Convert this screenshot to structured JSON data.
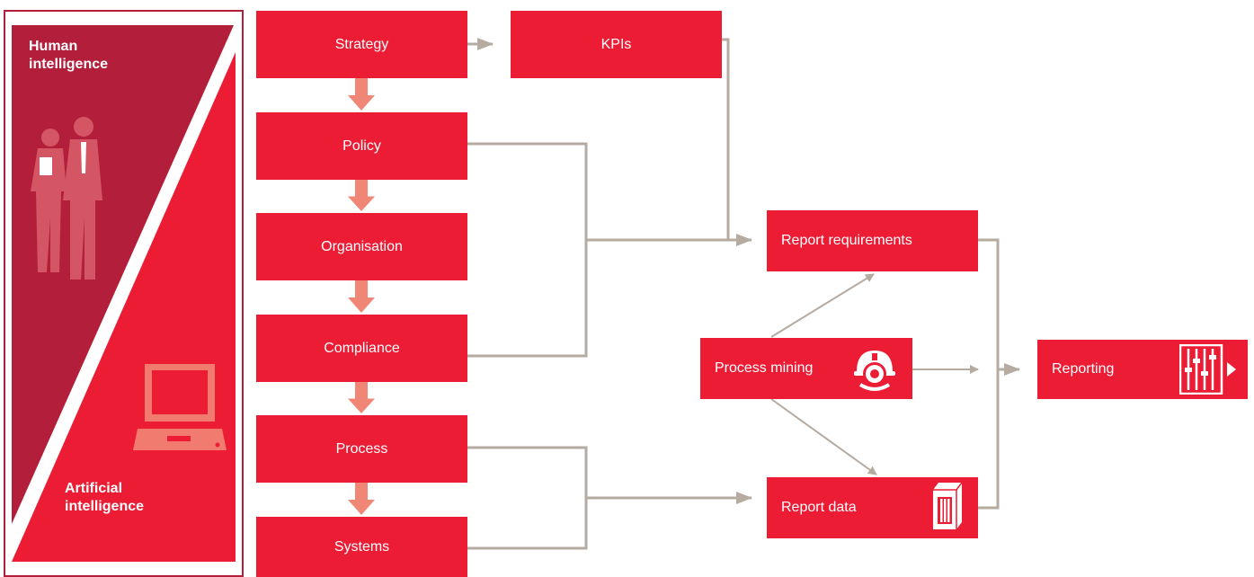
{
  "side_panel": {
    "top_label": "Human intelligence",
    "bottom_label": "Artificial intelligence",
    "top_color": "#b31f3a",
    "bottom_color": "#ec1c35",
    "people_icon": "business-people-icon",
    "laptop_icon": "laptop-icon"
  },
  "hierarchy": [
    "Strategy",
    "Policy",
    "Organisation",
    "Compliance",
    "Process",
    "Systems"
  ],
  "nodes": {
    "kpis": "KPIs",
    "report_requirements": "Report requirements",
    "process_mining": "Process mining",
    "report_data": "Report data",
    "reporting": "Reporting"
  },
  "icons": {
    "process_mining": "miner-helmet-icon",
    "report_data": "database-icon",
    "reporting": "sliders-play-icon"
  },
  "colors": {
    "box": "#ec1c35",
    "down_arrow": "#f08776",
    "connector": "#b5aba0"
  }
}
